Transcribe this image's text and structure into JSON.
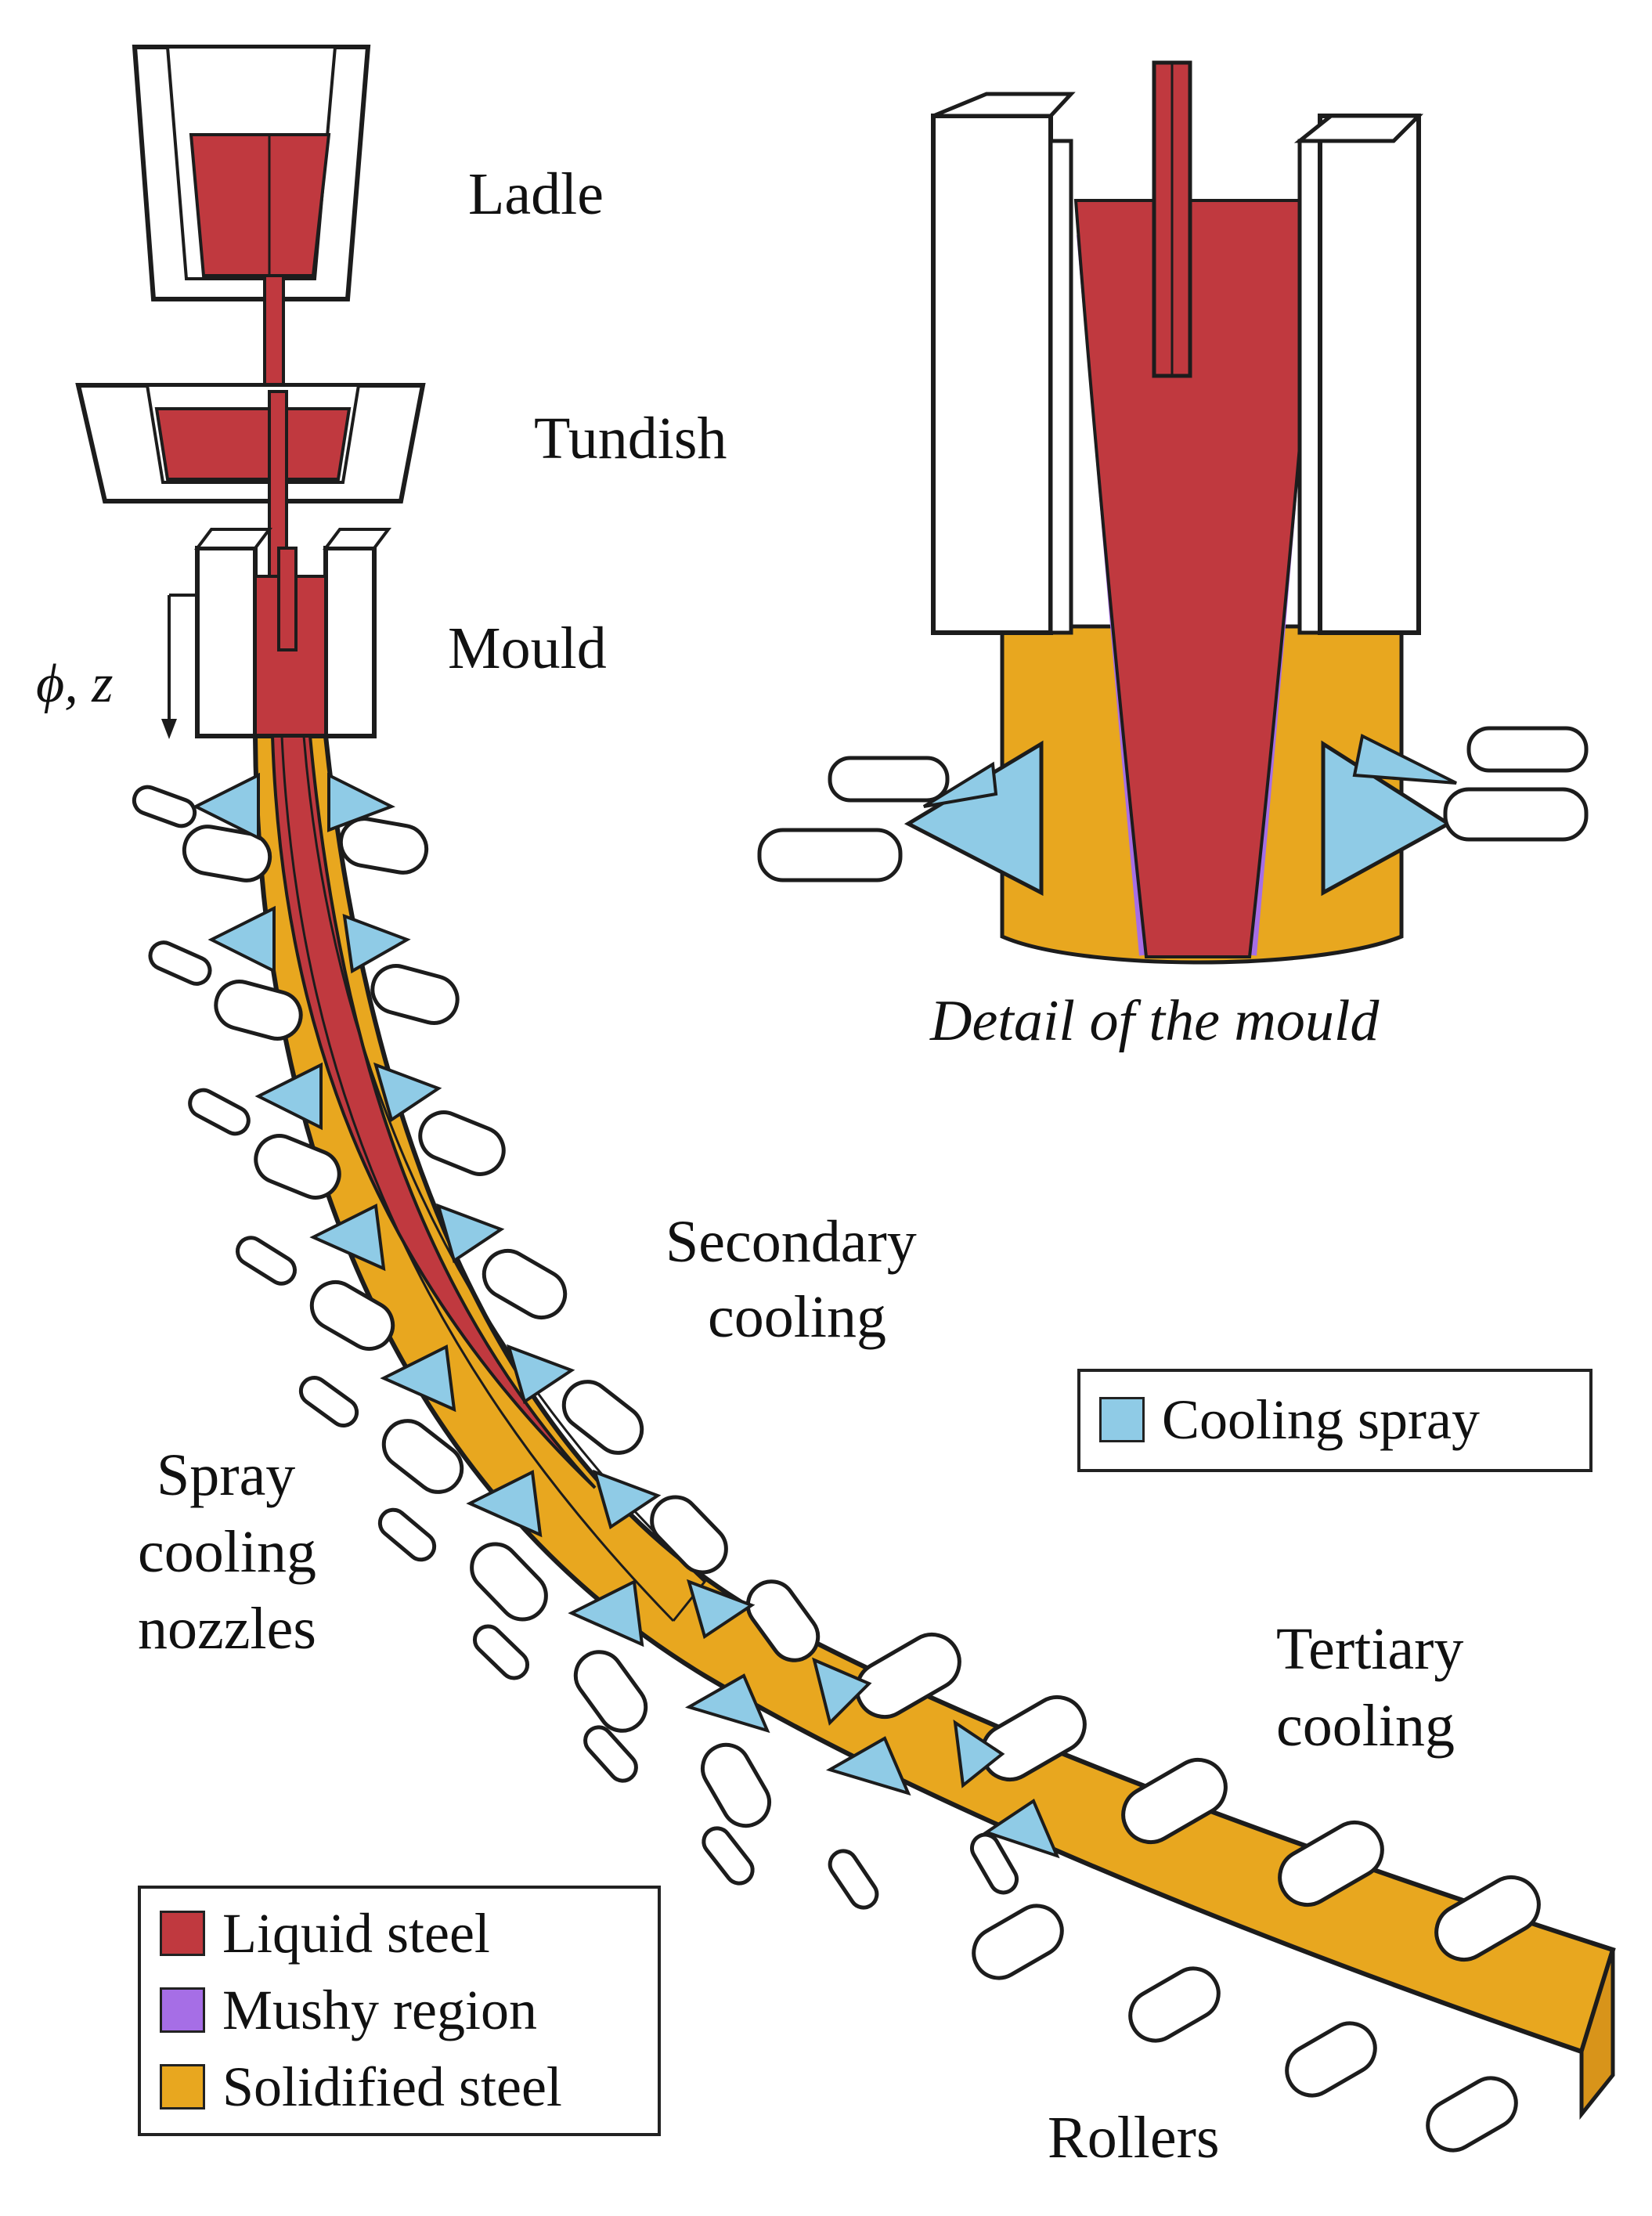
{
  "labels": {
    "ladle": "Ladle",
    "tundish": "Tundish",
    "mould": "Mould",
    "axis": "ϕ, z",
    "detail": "Detail of the mould",
    "secondary_line1": "Secondary",
    "secondary_line2": "cooling",
    "spray_line1": "Spray",
    "spray_line2": "cooling",
    "spray_line3": "nozzles",
    "tertiary_line1": "Tertiary",
    "tertiary_line2": "cooling",
    "rollers": "Rollers"
  },
  "legend": {
    "items": [
      {
        "label": "Liquid steel",
        "color": "#c0393f"
      },
      {
        "label": "Mushy region",
        "color": "#a66ee6"
      },
      {
        "label": "Solidified steel",
        "color": "#e8a71f"
      }
    ]
  },
  "spray_legend": {
    "label": "Cooling spray",
    "color": "#8fcbe6"
  },
  "colors": {
    "liquid": "#c0393f",
    "mushy": "#a66ee6",
    "solid": "#e8a71f",
    "spray": "#8fcbe6",
    "outline": "#1c1c1c"
  }
}
